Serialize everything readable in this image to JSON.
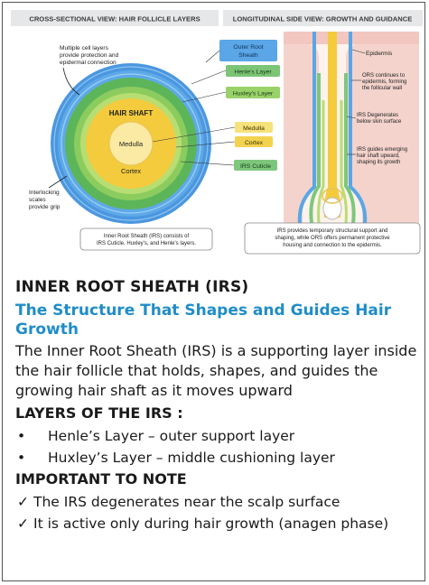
{
  "diagram": {
    "left_panel_title": "CROSS-SECTIONAL VIEW: HAIR FOLLICLE LAYERS",
    "right_panel_title": "LONGITUDINAL SIDE VIEW: GROWTH AND GUIDANCE",
    "cross_section": {
      "note_top": [
        "Multiple cell layers",
        "provide protection and",
        "epidermal connection"
      ],
      "note_bottom": [
        "Interlocking",
        "scales",
        "provide grip"
      ],
      "center_labels": {
        "hair_shaft": "HAIR SHAFT",
        "medulla": "Medulla",
        "cortex": "Cortex"
      },
      "caption": [
        "Inner Root Sheath (IRS) consists of",
        "IRS Cuticle, Huxley's, and Henle's layers."
      ]
    },
    "legend": [
      {
        "label": [
          "Outer Root",
          "Sheath"
        ],
        "color": "#5aa6e6"
      },
      {
        "label": [
          "Henle's Layer"
        ],
        "color": "#7cc576"
      },
      {
        "label": [
          "Huxley's Layer"
        ],
        "color": "#9ad26a"
      },
      {
        "label": [
          "Medulla"
        ],
        "color": "#f6e27a"
      },
      {
        "label": [
          "Cortex"
        ],
        "color": "#f3d24f"
      },
      {
        "label": [
          "IRS Cuticle"
        ],
        "color": "#7dc77d"
      }
    ],
    "longitudinal": {
      "annotations": [
        [
          "Epidermis"
        ],
        [
          "ORS continues to",
          "epidermis, forming",
          "the follicular wall"
        ],
        [
          "IRS Degenerates",
          "below skin surface"
        ],
        [
          "IRS guides emerging",
          "hair shaft upward,",
          "shaping its growth"
        ]
      ],
      "caption": [
        "IRS provides temporary structural support and",
        "shaping, while ORS offers permanent protective",
        "housing and connection to the epidermis."
      ]
    }
  },
  "content": {
    "title": "INNER ROOT SHEATH (IRS)",
    "subtitle": "The Structure That Shapes and Guides Hair Growth",
    "intro": "The Inner Root Sheath (IRS) is a supporting layer inside the hair follicle that holds, shapes, and guides the growing hair shaft as it moves upward",
    "layers_heading": "LAYERS OF THE IRS :",
    "layers": [
      "Henle’s Layer – outer support layer",
      "Huxley’s Layer – middle cushioning layer"
    ],
    "note_heading": "IMPORTANT TO NOTE",
    "notes": [
      "The IRS degenerates near the scalp surface",
      "It is active only during hair growth (anagen phase)"
    ],
    "check_symbol": "✓",
    "bullet_symbol": "•"
  }
}
